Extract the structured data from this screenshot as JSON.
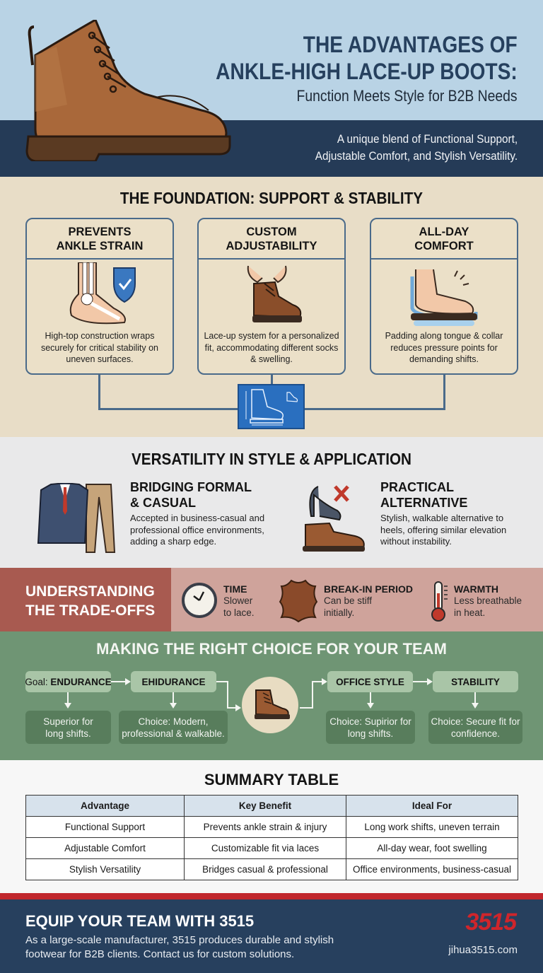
{
  "hero": {
    "title_line1": "THE ADVANTAGES OF",
    "title_line2": "ANKLE-HIGH LACE-UP BOOTS:",
    "subtitle": "Function Meets Style for B2B Needs",
    "tagline_line1": "A unique blend of Functional Support,",
    "tagline_line2": "Adjustable Comfort, and Stylish Versatility.",
    "icon": "ankle-boot-icon"
  },
  "foundation": {
    "title": "THE FOUNDATION: SUPPORT & STABILITY",
    "cards": [
      {
        "title_line1": "PREVENTS",
        "title_line2": "ANKLE STRAIN",
        "icon": "ankle-bone-shield-icon",
        "text": "High-top construction wraps securely for critical stability on uneven surfaces."
      },
      {
        "title_line1": "CUSTOM",
        "title_line2": "ADJUSTABILITY",
        "icon": "lacing-boot-icon",
        "text": "Lace-up system for a personalized fit, accommodating different socks & swelling."
      },
      {
        "title_line1": "ALL-DAY",
        "title_line2": "COMFORT",
        "icon": "padded-foot-icon",
        "text": "Padding along tongue & collar reduces pressure points for demanding shifts."
      }
    ],
    "hub_icon": "boot-blueprint-icon"
  },
  "versatility": {
    "title": "VERSATILITY IN STYLE & APPLICATION",
    "items": [
      {
        "title_line1": "BRIDGING FORMAL",
        "title_line2": "& CASUAL",
        "icon": "suit-and-pants-icon",
        "text": "Accepted in business-casual and professional office environments, adding a sharp edge."
      },
      {
        "title_line1": "PRACTICAL",
        "title_line2": "ALTERNATIVE",
        "icon": "heel-vs-boot-icon",
        "text": "Stylish, walkable alternative to heels, offering similar elevation without instability."
      }
    ]
  },
  "tradeoffs": {
    "title_line1": "UNDERSTANDING",
    "title_line2": "THE TRADE-OFFS",
    "items": [
      {
        "title": "TIME",
        "icon": "clock-icon",
        "text_line1": "Slower",
        "text_line2": "to lace."
      },
      {
        "title": "BREAK-IN PERIOD",
        "icon": "leather-hide-icon",
        "text_line1": "Can be stiff",
        "text_line2": "initially."
      },
      {
        "title": "WARMTH",
        "icon": "thermometer-icon",
        "text_line1": "Less breathable",
        "text_line2": "in heat."
      }
    ]
  },
  "choice": {
    "title": "MAKING THE RIGHT CHOICE FOR YOUR TEAM",
    "goals": [
      {
        "prefix": "Goal: ",
        "label": "ENDURANCE"
      },
      {
        "prefix": "",
        "label": "EHIDURANCE"
      },
      {
        "prefix": "",
        "label": "OFFICE STYLE"
      },
      {
        "prefix": "",
        "label": "STABILITY"
      }
    ],
    "choices": [
      {
        "line1": "Superior for",
        "line2": "long shifts."
      },
      {
        "line1": "Choice: Modern,",
        "line2": "professional & walkable."
      },
      {
        "line1": "Choice: Supirior for",
        "line2": "long shifts."
      },
      {
        "line1": "Choice: Secure fit for",
        "line2": "confidence."
      }
    ],
    "center_icon": "boot-icon"
  },
  "summary": {
    "title": "SUMMARY TABLE",
    "headers": [
      "Advantage",
      "Key Benefit",
      "Ideal For"
    ],
    "rows": [
      [
        "Functional Support",
        "Prevents ankle strain & injury",
        "Long work shifts, uneven terrain"
      ],
      [
        "Adjustable Comfort",
        "Customizable fit via laces",
        "All-day wear, foot swelling"
      ],
      [
        "Stylish Versatility",
        "Bridges casual & professional",
        "Office environments, business-casual"
      ]
    ]
  },
  "footer": {
    "title": "EQUIP YOUR TEAM WITH 3515",
    "text_line1": "As a large-scale manufacturer, 3515 produces durable and stylish",
    "text_line2": "footwear for B2B clients. Contact us for custom solutions.",
    "logo": "3515",
    "url": "jihua3515.com"
  },
  "colors": {
    "hero_light": "#b9d3e5",
    "hero_dark": "#253b57",
    "foundation_bg": "#e8ddc7",
    "card_border": "#4a6a8a",
    "versatility_bg": "#e9e9ea",
    "tradeoff_dark": "#a85a50",
    "tradeoff_light": "#cfa39b",
    "choice_bg": "#6f9574",
    "footer_bg": "#27405e",
    "accent_red": "#c1272d"
  }
}
